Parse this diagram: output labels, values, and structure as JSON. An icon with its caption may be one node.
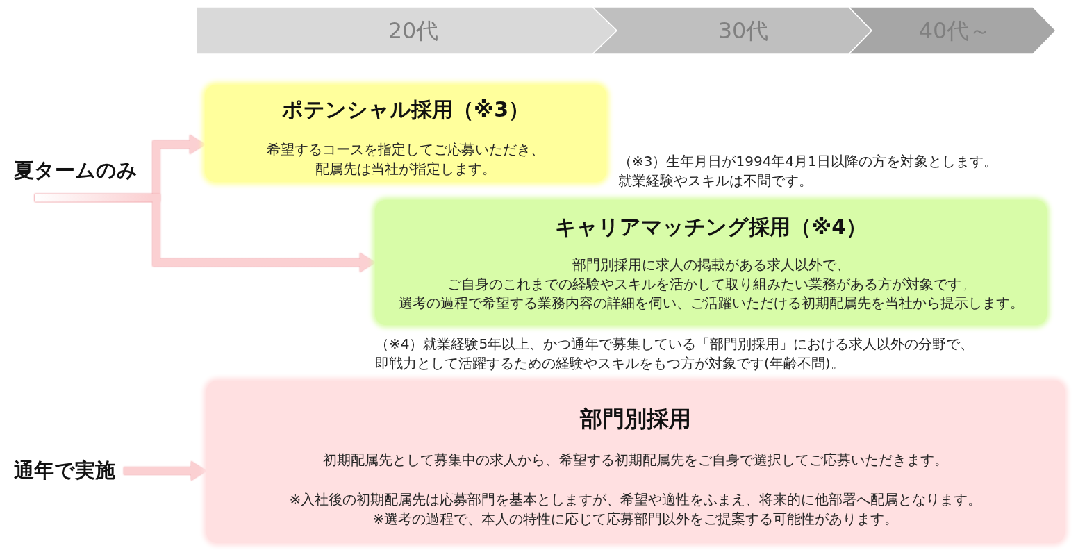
{
  "diagram": {
    "nodes": [
      {
        "text": [
          "20代"
        ]
      },
      {
        "text": [
          "30代"
        ]
      },
      {
        "text": [
          "40代～"
        ]
      },
      {
        "text": [
          "夏タームのみ"
        ]
      },
      {
        "text": [
          "ポテンシャル採用（※3）",
          "希望するコースを指定してご応募いただき、配属先は当社が指定します。"
        ]
      },
      {
        "text": [
          "キャリアマッチング採用（※4）",
          "部門別採用に求人の掲載がある求人以外で、ご自身のこれまでの経験やスキルを活かして取り組みたい業務がある方が対象です。選考の過程で希望する業務内容の詳細を伺い、ご活躍いただける初期配属先を当社から提示します。"
        ]
      },
      {
        "text": [
          "通年で実施"
        ]
      },
      {
        "text": [
          "部門別採用",
          "初期配属先として募集中の求人から、希望する初期配属先をご自身で選択してご応募いただきます。",
          "※入社後の初期配属先は応募部門を基本としますが、希望や適性をふまえ、将来的に他部署へ配属となります。",
          "※選考の過程で、本人の特性に応じて応募部門以外をご提案する可能性があります。"
        ]
      }
    ],
    "edges": [
      {
        "from": 3,
        "to": 4,
        "arrow": "to"
      },
      {
        "from": 3,
        "to": 5,
        "arrow": "to"
      },
      {
        "from": 6,
        "to": 7,
        "arrow": "to"
      }
    ],
    "labels": [
      "（※3）生年月日が1994年4月1日以降の方を対象とします。就業経験やスキルは不問です。",
      "（※4）就業経験5年以上、かつ通年で募集している「部門別採用」における求人以外の分野で、即戦力として活躍するための経験やスキルをもつ方が対象です(年齢不問)。"
    ]
  }
}
